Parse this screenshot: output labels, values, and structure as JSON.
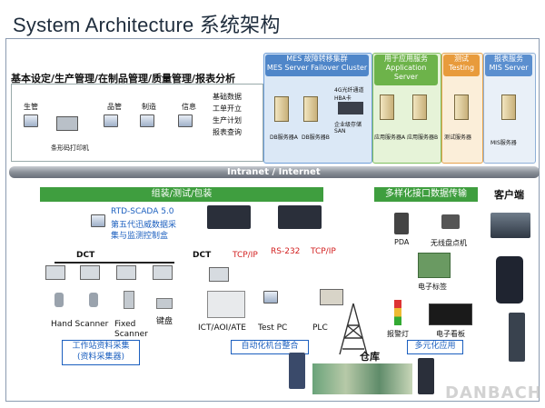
{
  "title": "System Architecture 系统架构",
  "management": {
    "title": "基本设定/生产管理/在制品管理/质量管理/报表分析",
    "clients": [
      "生管",
      "品管",
      "制造",
      "信息"
    ],
    "printer": "条形码打印机",
    "functions": [
      "基础数据",
      "工单开立",
      "生产计划",
      "报表查询"
    ]
  },
  "server_zones": {
    "mes": {
      "title": "MES 故障转移集群",
      "subtitle": "MES Server Failover Cluster",
      "fiber": "4G光纤通道 HBA卡",
      "servers": [
        "DB服务器A",
        "DB服务器B"
      ],
      "san": "企业级存储SAN"
    },
    "app": {
      "title": "用于应用服务",
      "subtitle": "Application Server",
      "servers": [
        "应用服务器A",
        "应用服务器B"
      ]
    },
    "test": {
      "title": "测试",
      "subtitle": "Testing",
      "server": "测试服务器"
    },
    "report": {
      "title": "报表服务",
      "subtitle": "MIS Server",
      "server": "MIS服务器"
    }
  },
  "network": {
    "label": "Intranet / Internet"
  },
  "assembly": {
    "title": "组装/测试/包装"
  },
  "scada": {
    "line1": "RTD-SCADA 5.0",
    "line2": "第五代迅威数据采",
    "line3": "集与监测控制盒"
  },
  "dct": {
    "left": "DCT",
    "mid": "DCT",
    "tcp1": "TCP/IP",
    "rs232": "RS-232",
    "tcp2": "TCP/IP"
  },
  "scanners": [
    "Hand Scanner",
    "Fixed Scanner",
    "键盘"
  ],
  "equipment": [
    "ICT/AOI/ATE",
    "Test PC",
    "PLC"
  ],
  "badges": {
    "workstation_l1": "工作站资料采集",
    "workstation_l2": "(资料采集器)",
    "automation": "自动化机台整合",
    "multi": "多元化应用"
  },
  "warehouse": "仓库",
  "client_side": {
    "title": "客户端",
    "interfaces": "多样化接口数据传输",
    "pda": "PDA",
    "inventory": "无线盘点机",
    "tag": "电子标签",
    "alarm": "报警灯",
    "board": "电子看板"
  },
  "watermark": "DANBACH"
}
